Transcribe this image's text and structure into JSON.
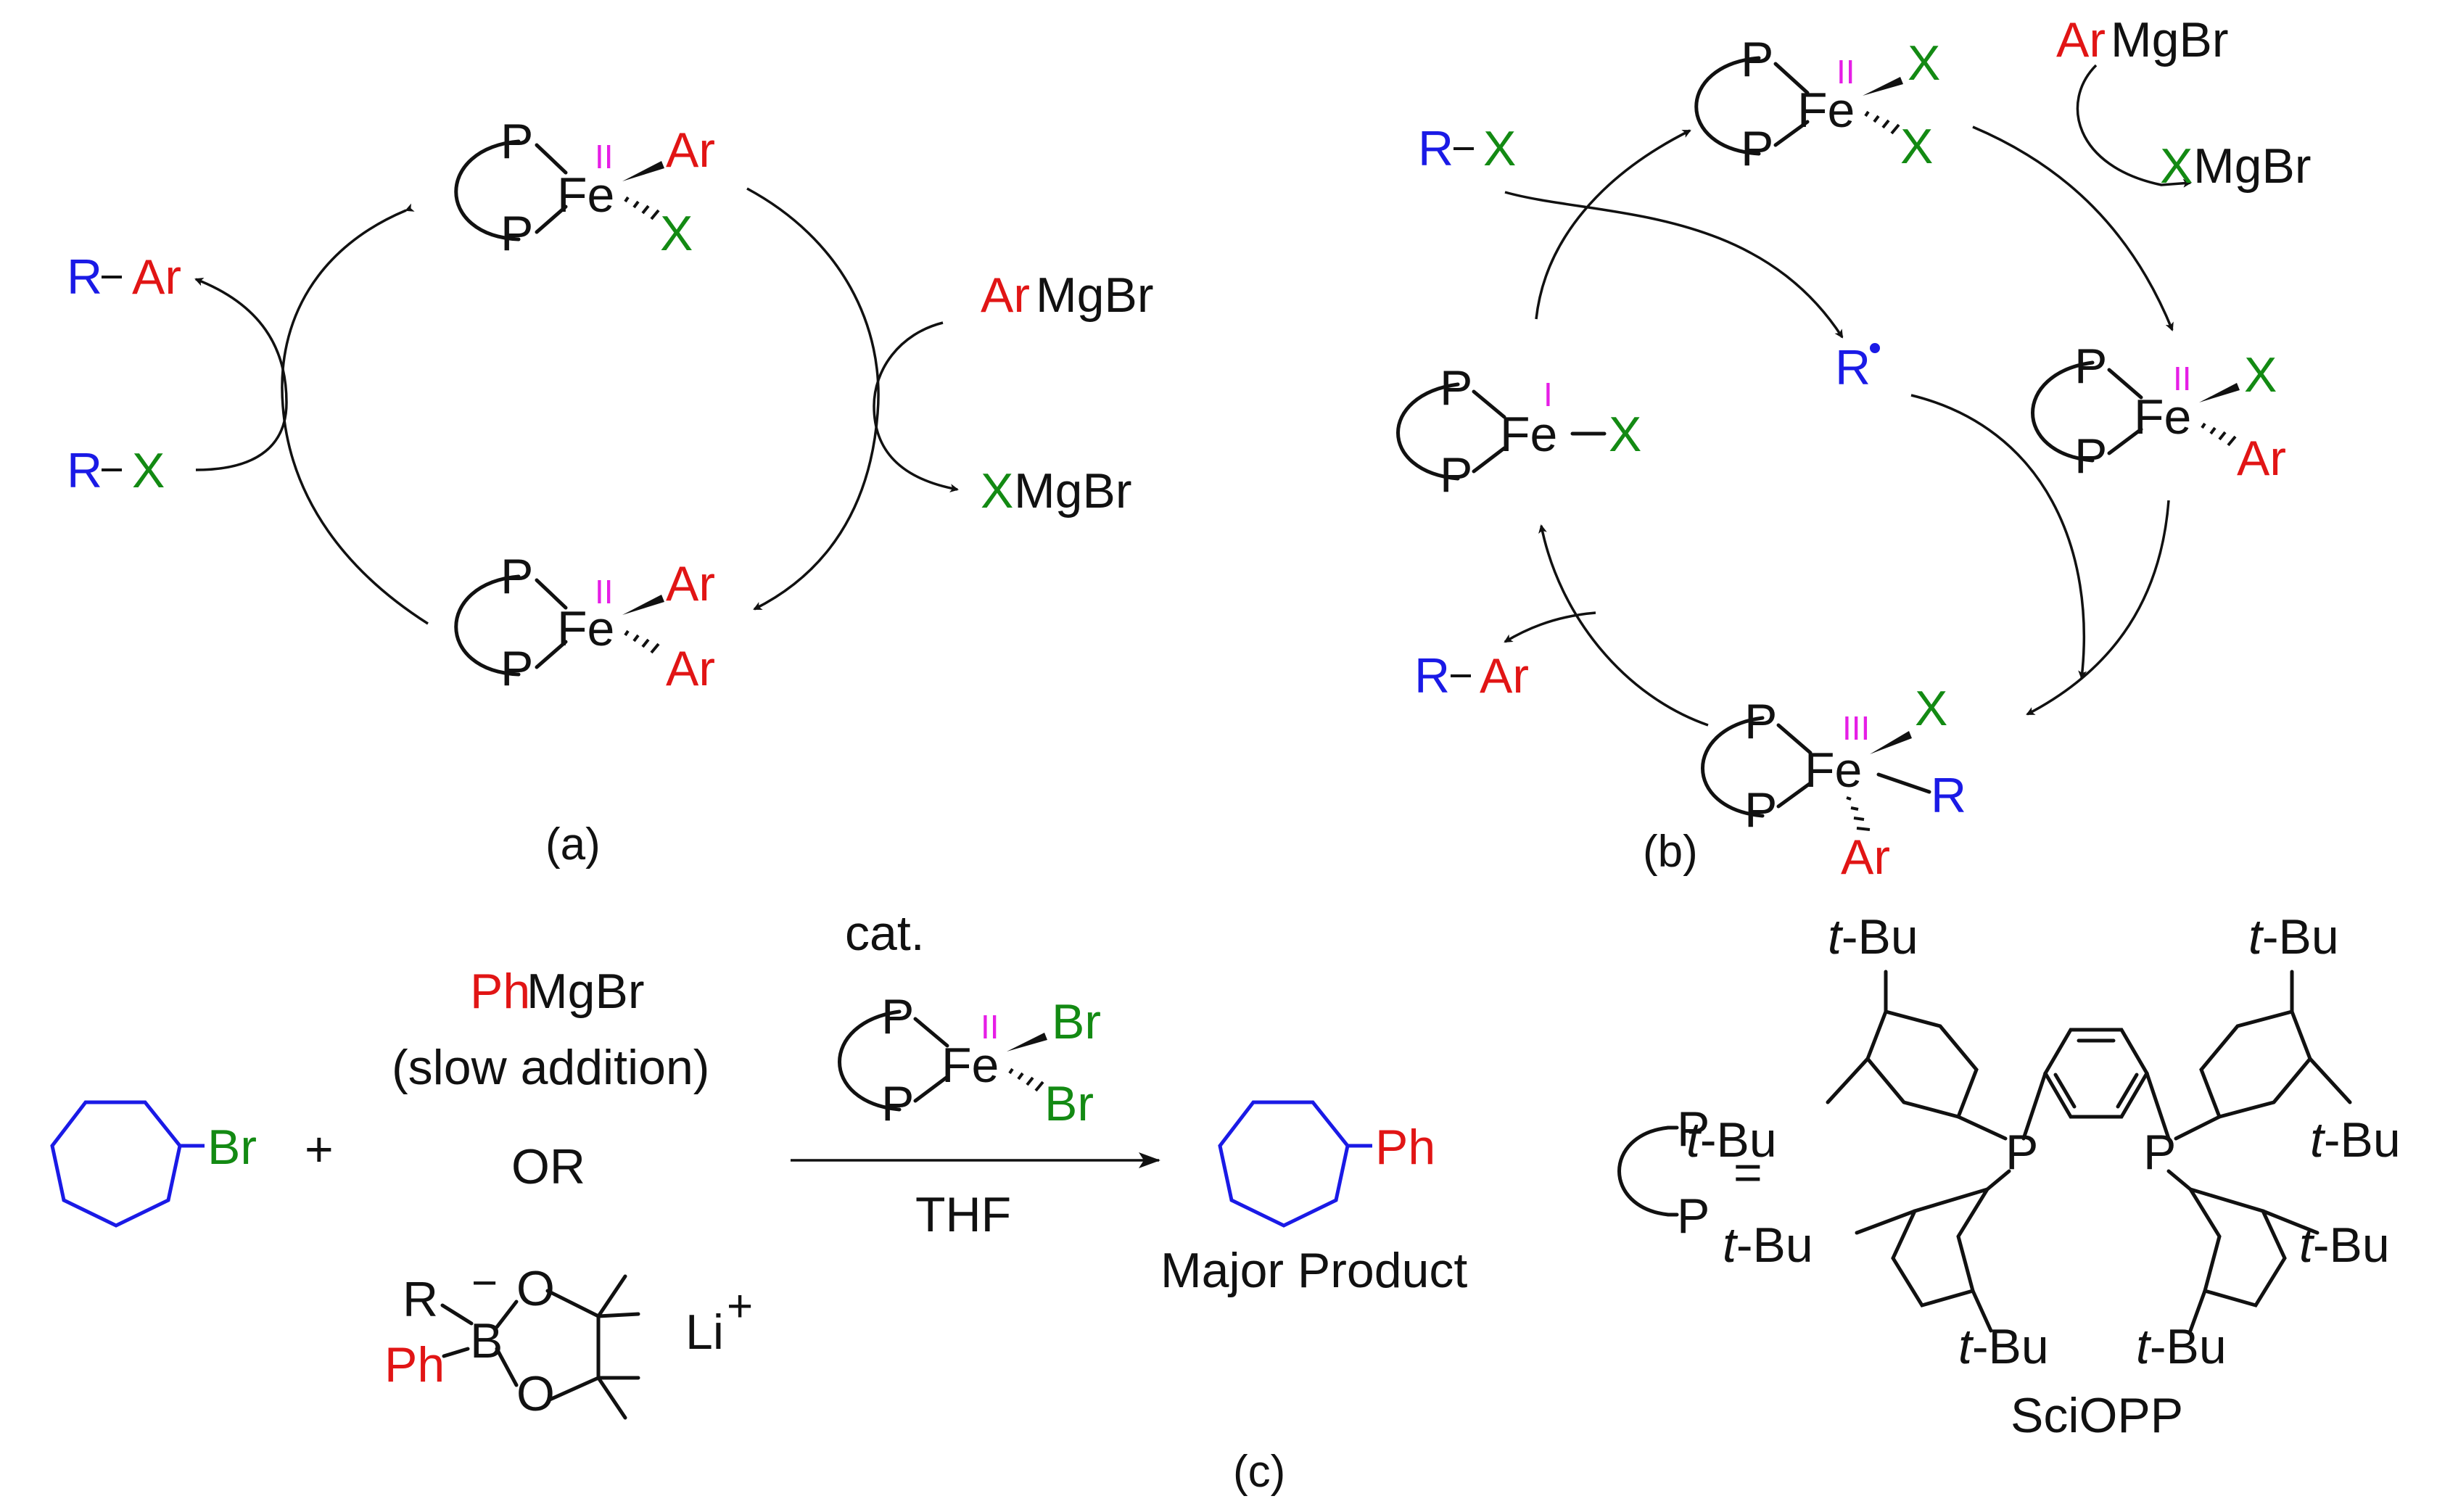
{
  "panel_a": {
    "caption": "(a)",
    "top_complex": {
      "p1": "P",
      "p2": "P",
      "metal": "Fe",
      "ox": "II",
      "lig1": "Ar",
      "lig2": "X"
    },
    "bottom_complex": {
      "p1": "P",
      "p2": "P",
      "metal": "Fe",
      "ox": "II",
      "lig1": "Ar",
      "lig2": "Ar"
    },
    "product_r": "R",
    "product_ar": "Ar",
    "substrate_r": "R",
    "substrate_x": "X",
    "reagent_ar": "Ar",
    "reagent_rest": "MgBr",
    "byproduct_x": "X",
    "byproduct_rest": "MgBr"
  },
  "panel_b": {
    "caption": "(b)",
    "top_complex": {
      "p1": "P",
      "p2": "P",
      "metal": "Fe",
      "ox": "II",
      "lig1": "X",
      "lig2": "X"
    },
    "left_complex": {
      "p1": "P",
      "p2": "P",
      "metal": "Fe",
      "ox": "I",
      "lig1": "X"
    },
    "right_complex": {
      "p1": "P",
      "p2": "P",
      "metal": "Fe",
      "ox": "II",
      "lig1": "X",
      "lig2": "Ar"
    },
    "bottom_complex": {
      "p1": "P",
      "p2": "P",
      "metal": "Fe",
      "ox": "III",
      "lig1": "X",
      "lig2": "R",
      "lig3": "Ar"
    },
    "substrate_r": "R",
    "substrate_x": "X",
    "reagent_ar": "Ar",
    "reagent_rest": "MgBr",
    "byproduct_x": "X",
    "byproduct_rest": "MgBr",
    "radical": "R",
    "product_r": "R",
    "product_ar": "Ar"
  },
  "panel_c": {
    "caption": "(c)",
    "substrate_br": "Br",
    "plus": "+",
    "reagent1_ph": "Ph",
    "reagent1_rest": "MgBr",
    "reagent1_note": "(slow addition)",
    "or_text": "OR",
    "borate": {
      "r": "R",
      "ph": "Ph",
      "b": "B",
      "charge": "−",
      "o1": "O",
      "o2": "O",
      "counterion": "Li",
      "counter_charge": "+"
    },
    "catalyst_label": "cat.",
    "catalyst": {
      "p1": "P",
      "p2": "P",
      "metal": "Fe",
      "ox": "II",
      "lig1": "Br",
      "lig2": "Br"
    },
    "solvent": "THF",
    "product_ph": "Ph",
    "product_label": "Major Product",
    "ligand_def": {
      "p1": "P",
      "p2": "P",
      "equals": "="
    },
    "sciopp": {
      "tbu_prefix": "t",
      "tbu_suffix": "-Bu",
      "p_left": "P",
      "p_right": "P",
      "name": "SciOPP"
    }
  },
  "colors": {
    "red": "#e11515",
    "blue": "#1a1ae6",
    "green": "#138a13",
    "magenta": "#e61ee6",
    "black": "#111111"
  }
}
